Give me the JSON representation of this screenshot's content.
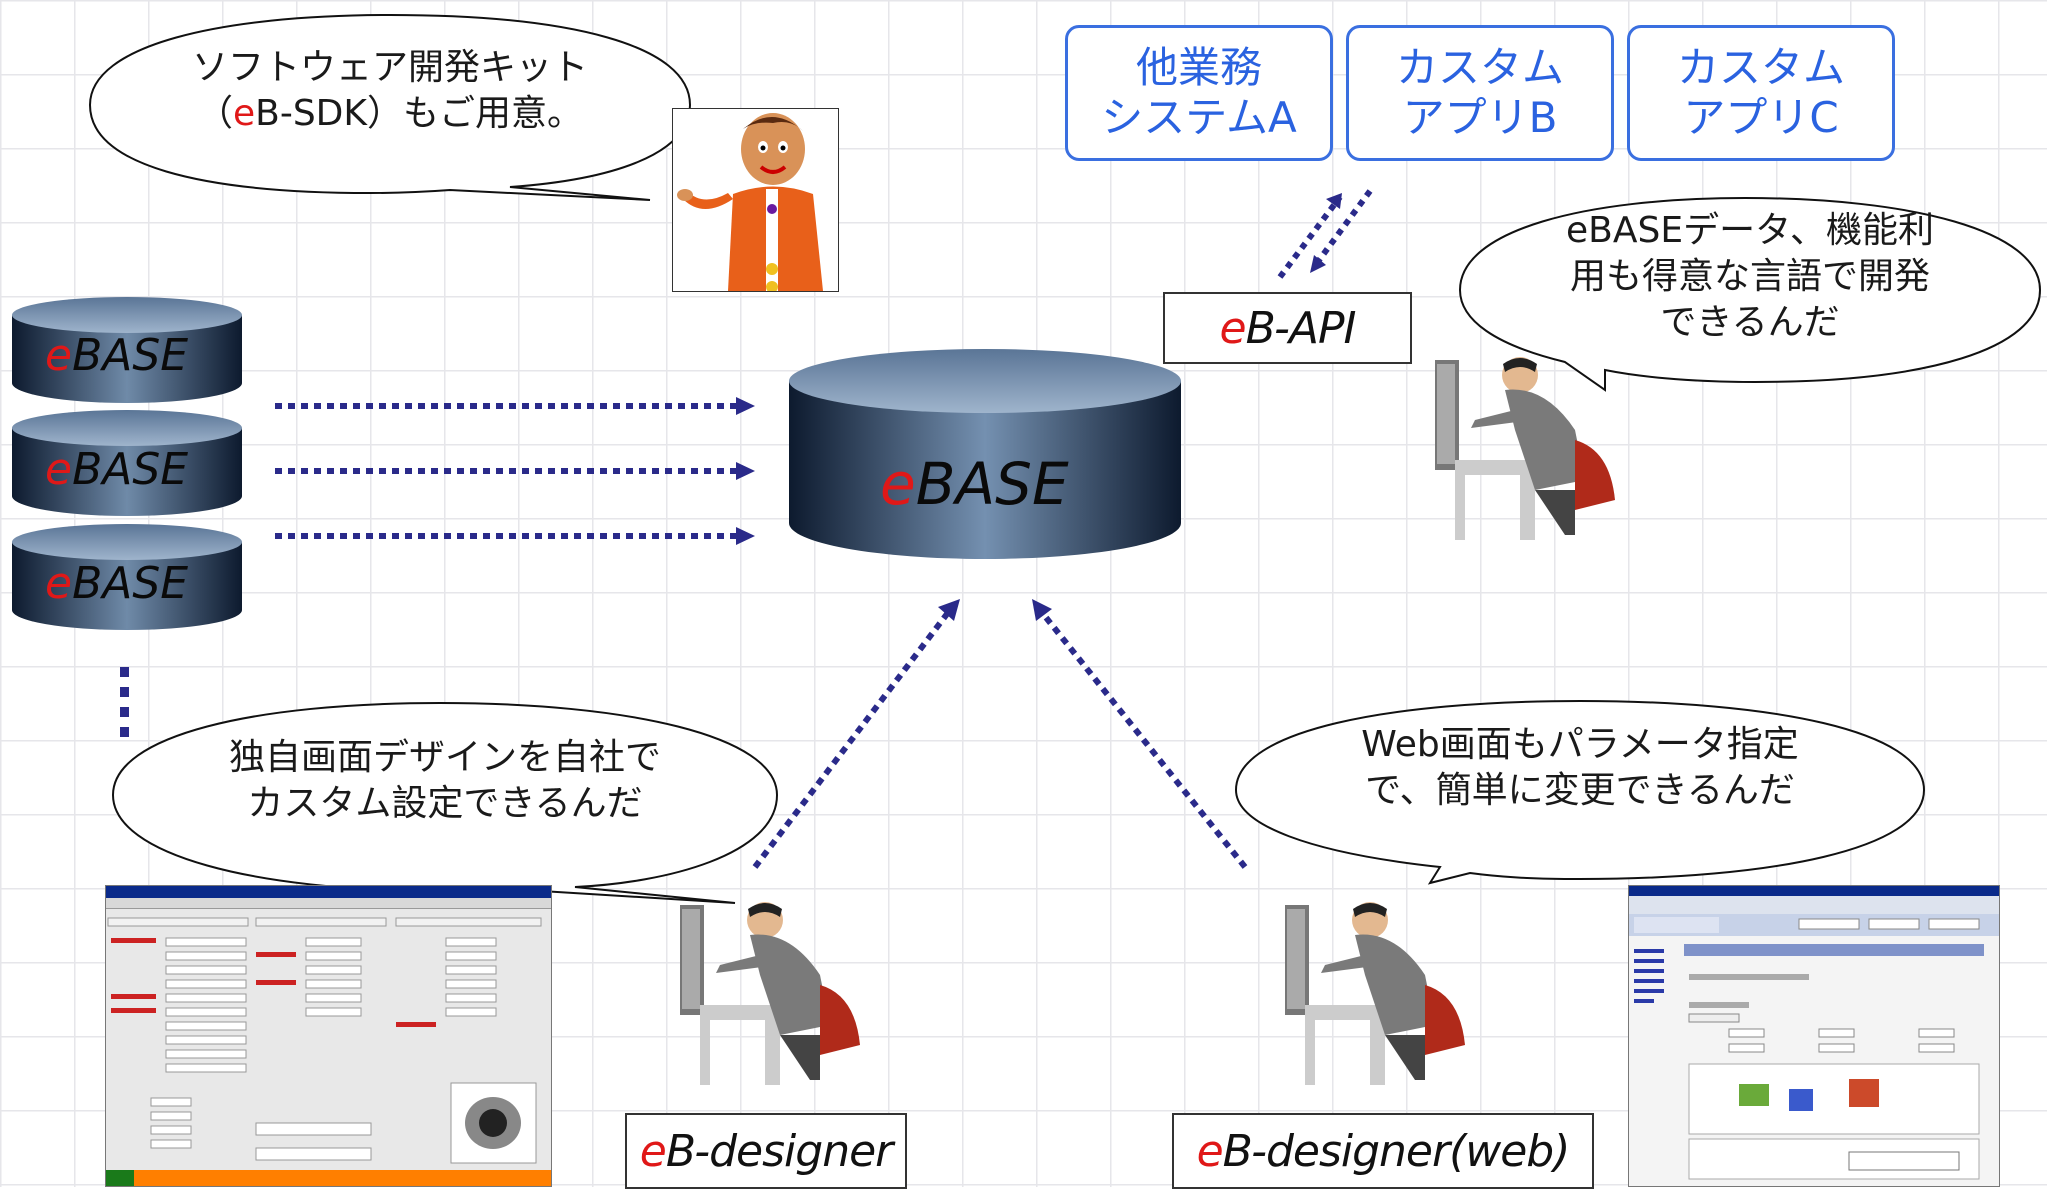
{
  "bubbles": {
    "sdk_line1": "ソフトウェア開発キット",
    "sdk_line2_open": "（",
    "sdk_line2_e": "e",
    "sdk_line2_rest": "B-SDK）もご用意。",
    "api_line1": "eBASEデータ、機能利",
    "api_line2": "用も得意な言語で開発",
    "api_line3": "できるんだ",
    "designer_line1": "独自画面デザインを自社で",
    "designer_line2": "カスタム設定できるんだ",
    "web_line1": "Web画面もパラメータ指定",
    "web_line2": "で、簡単に変更できるんだ"
  },
  "systems": [
    {
      "line1": "他業務",
      "line2": "システムA"
    },
    {
      "line1": "カスタム",
      "line2": "アプリB"
    },
    {
      "line1": "カスタム",
      "line2": "アプリC"
    }
  ],
  "labels": {
    "api_e": "e",
    "api_rest": "B-API",
    "designer_e": "e",
    "designer_rest": "B-designer",
    "web_e": "e",
    "web_rest": "B-designer(web)"
  },
  "databases": {
    "e": "e",
    "rest": "BASE"
  },
  "colors": {
    "accent_blue": "#2a62e0",
    "arrow_navy": "#2a2a8a",
    "logo_red": "#e01818",
    "cylinder_dark": "#0d1a2e",
    "cylinder_light": "#9fb4cc"
  }
}
